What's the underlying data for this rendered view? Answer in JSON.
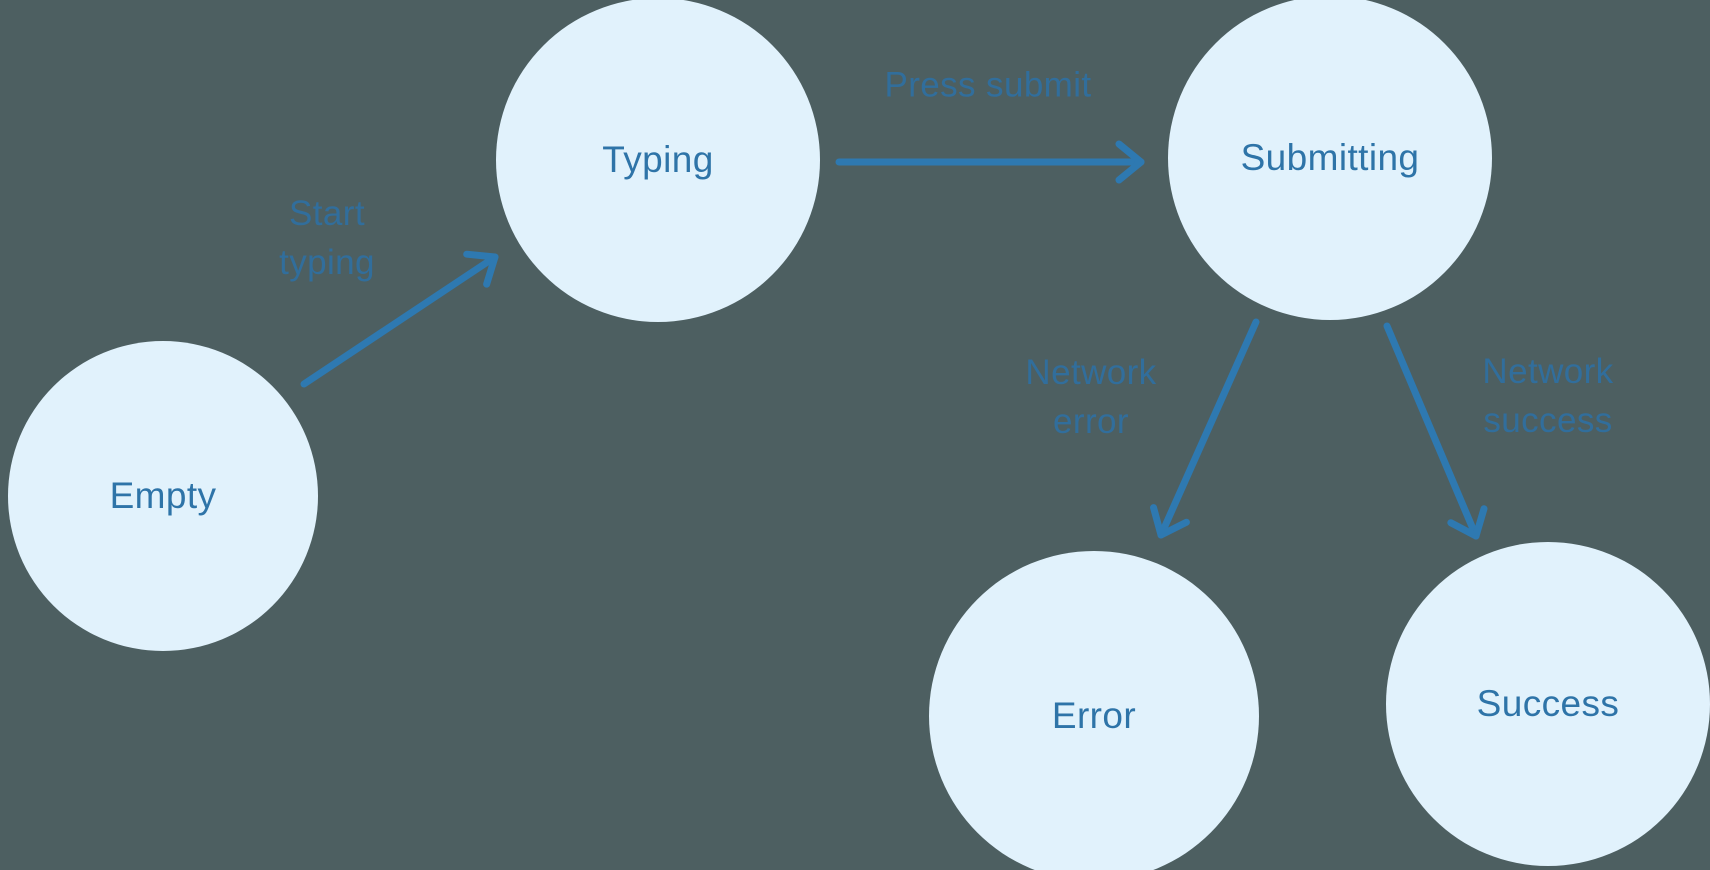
{
  "colors": {
    "background": "#4d5f61",
    "node-fill": "#e1f2fc",
    "node-text": "#2e74a8",
    "edge-stroke": "#2e79b1",
    "edge-label": "#316e9c"
  },
  "diagram": {
    "type": "state-machine",
    "nodes": [
      {
        "id": "empty",
        "label": "Empty"
      },
      {
        "id": "typing",
        "label": "Typing"
      },
      {
        "id": "submitting",
        "label": "Submitting"
      },
      {
        "id": "error",
        "label": "Error"
      },
      {
        "id": "success",
        "label": "Success"
      }
    ],
    "edges": [
      {
        "id": "empty-to-typing",
        "from": "Empty",
        "to": "Typing",
        "label": "Start typing",
        "display": "Start\ntyping"
      },
      {
        "id": "typing-to-submitting",
        "from": "Typing",
        "to": "Submitting",
        "label": "Press submit",
        "display": "Press submit"
      },
      {
        "id": "submitting-to-error",
        "from": "Submitting",
        "to": "Error",
        "label": "Network error",
        "display": "Network\nerror"
      },
      {
        "id": "submitting-to-success",
        "from": "Submitting",
        "to": "Success",
        "label": "Network success",
        "display": "Network\nsuccess"
      }
    ]
  }
}
